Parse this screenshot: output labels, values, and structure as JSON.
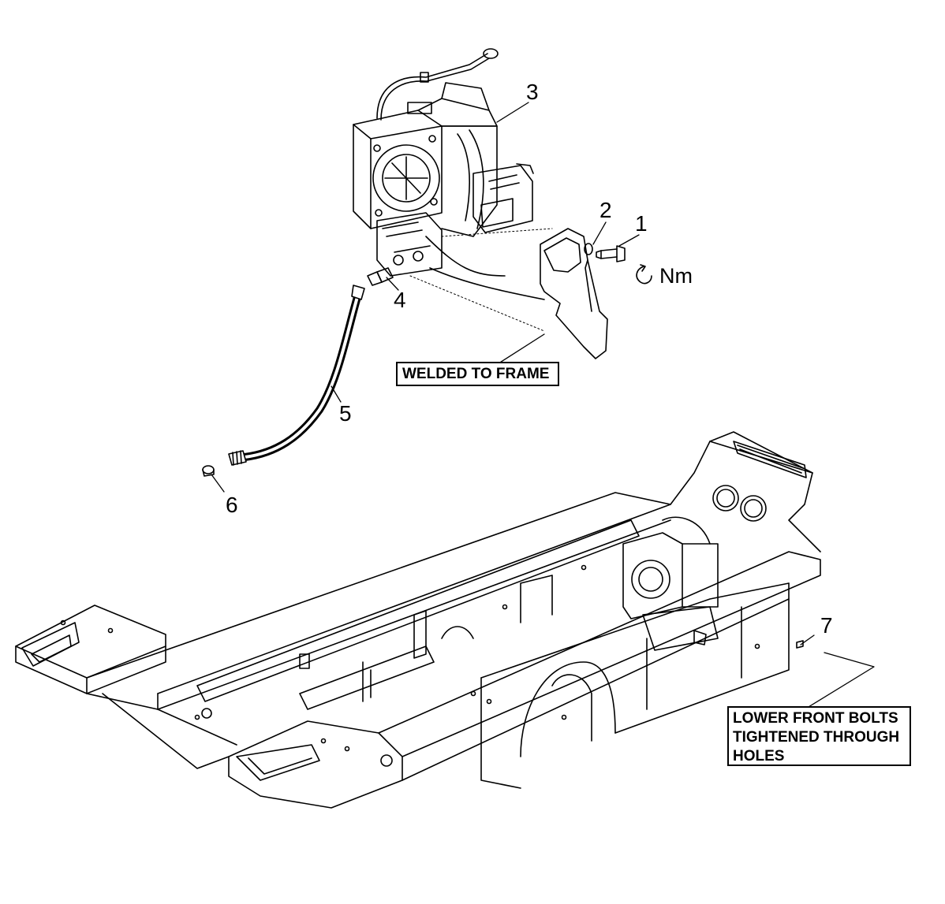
{
  "callouts": {
    "c1": "1",
    "c2": "2",
    "c3": "3",
    "c4": "4",
    "c5": "5",
    "c6": "6",
    "c7": "7"
  },
  "torque": {
    "unit": "Nm"
  },
  "notes": {
    "welded": "WELDED TO FRAME",
    "lower_front": [
      "LOWER FRONT BOLTS",
      "TIGHTENED THROUGH",
      "HOLES"
    ]
  },
  "icons": {
    "torque_arrow": "curved-arrow-icon"
  }
}
